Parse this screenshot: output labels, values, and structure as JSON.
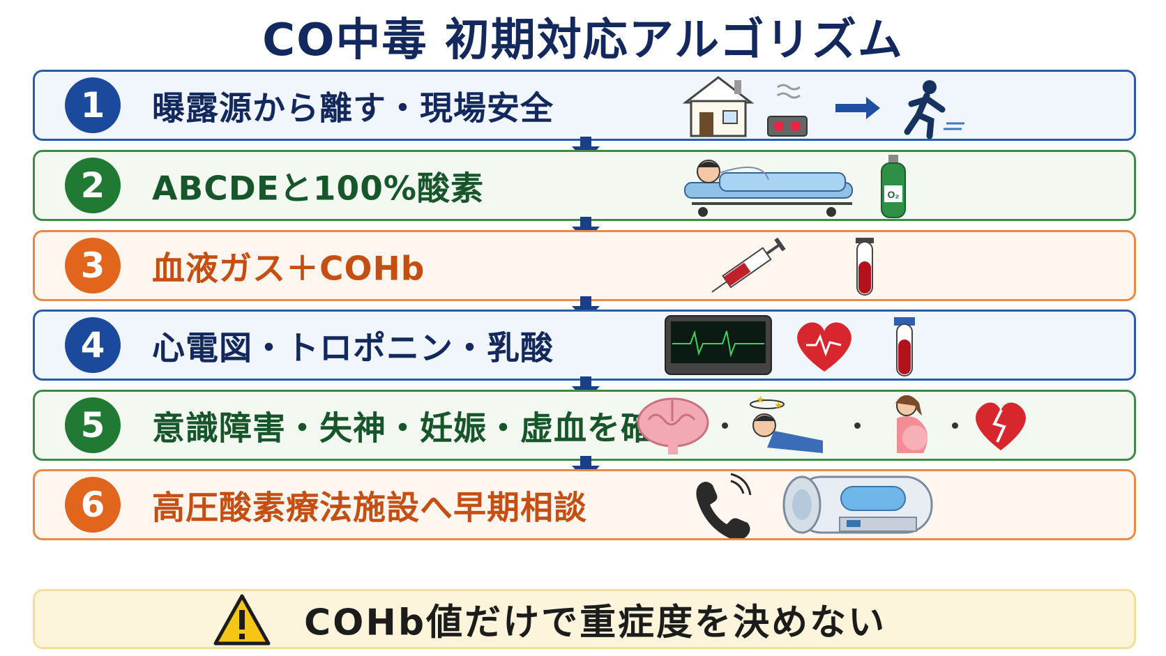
{
  "title": "CO中毒 初期対応アルゴリズム",
  "steps": [
    {
      "num": "1",
      "label": "曝露源から離す・現場安全",
      "color": "#1b4a9c",
      "bg": "#f1f6fc",
      "border": "#2a5aa8",
      "icons": [
        "house-icon",
        "gas-stove-icon",
        "right-arrow-icon",
        "running-person-icon"
      ]
    },
    {
      "num": "2",
      "label": "ABCDEと100%酸素",
      "color": "#207a33",
      "bg": "#f3f8f1",
      "border": "#3c8a47",
      "icons": [
        "patient-stretcher-icon",
        "oxygen-tank-icon"
      ],
      "o2_label": "O₂"
    },
    {
      "num": "3",
      "label": "血液ガス＋COHb",
      "color": "#e2651d",
      "bg": "#fef6ef",
      "border": "#e88a45",
      "icons": [
        "syringe-icon",
        "blood-tube-icon"
      ]
    },
    {
      "num": "4",
      "label": "心電図・トロポニン・乳酸",
      "color": "#1b4a9c",
      "bg": "#f1f6fc",
      "border": "#2a5aa8",
      "icons": [
        "ecg-monitor-icon",
        "heart-icon",
        "blood-tube-icon"
      ]
    },
    {
      "num": "5",
      "label": "意識障害・失神・妊娠・虚血を確認",
      "color": "#207a33",
      "bg": "#f3f8f1",
      "border": "#3c8a47",
      "icons": [
        "brain-icon",
        "dizzy-person-icon",
        "pregnant-woman-icon",
        "broken-heart-icon"
      ]
    },
    {
      "num": "6",
      "label": "高圧酸素療法施設へ早期相談",
      "color": "#e2651d",
      "bg": "#fef6ef",
      "border": "#e88a45",
      "icons": [
        "phone-icon",
        "hyperbaric-chamber-icon"
      ]
    }
  ],
  "warning": {
    "text": "COHb値だけで重症度を決めない",
    "icon": "warning-icon"
  },
  "colors": {
    "title": "#13295e",
    "arrow": "#1b3f86"
  }
}
